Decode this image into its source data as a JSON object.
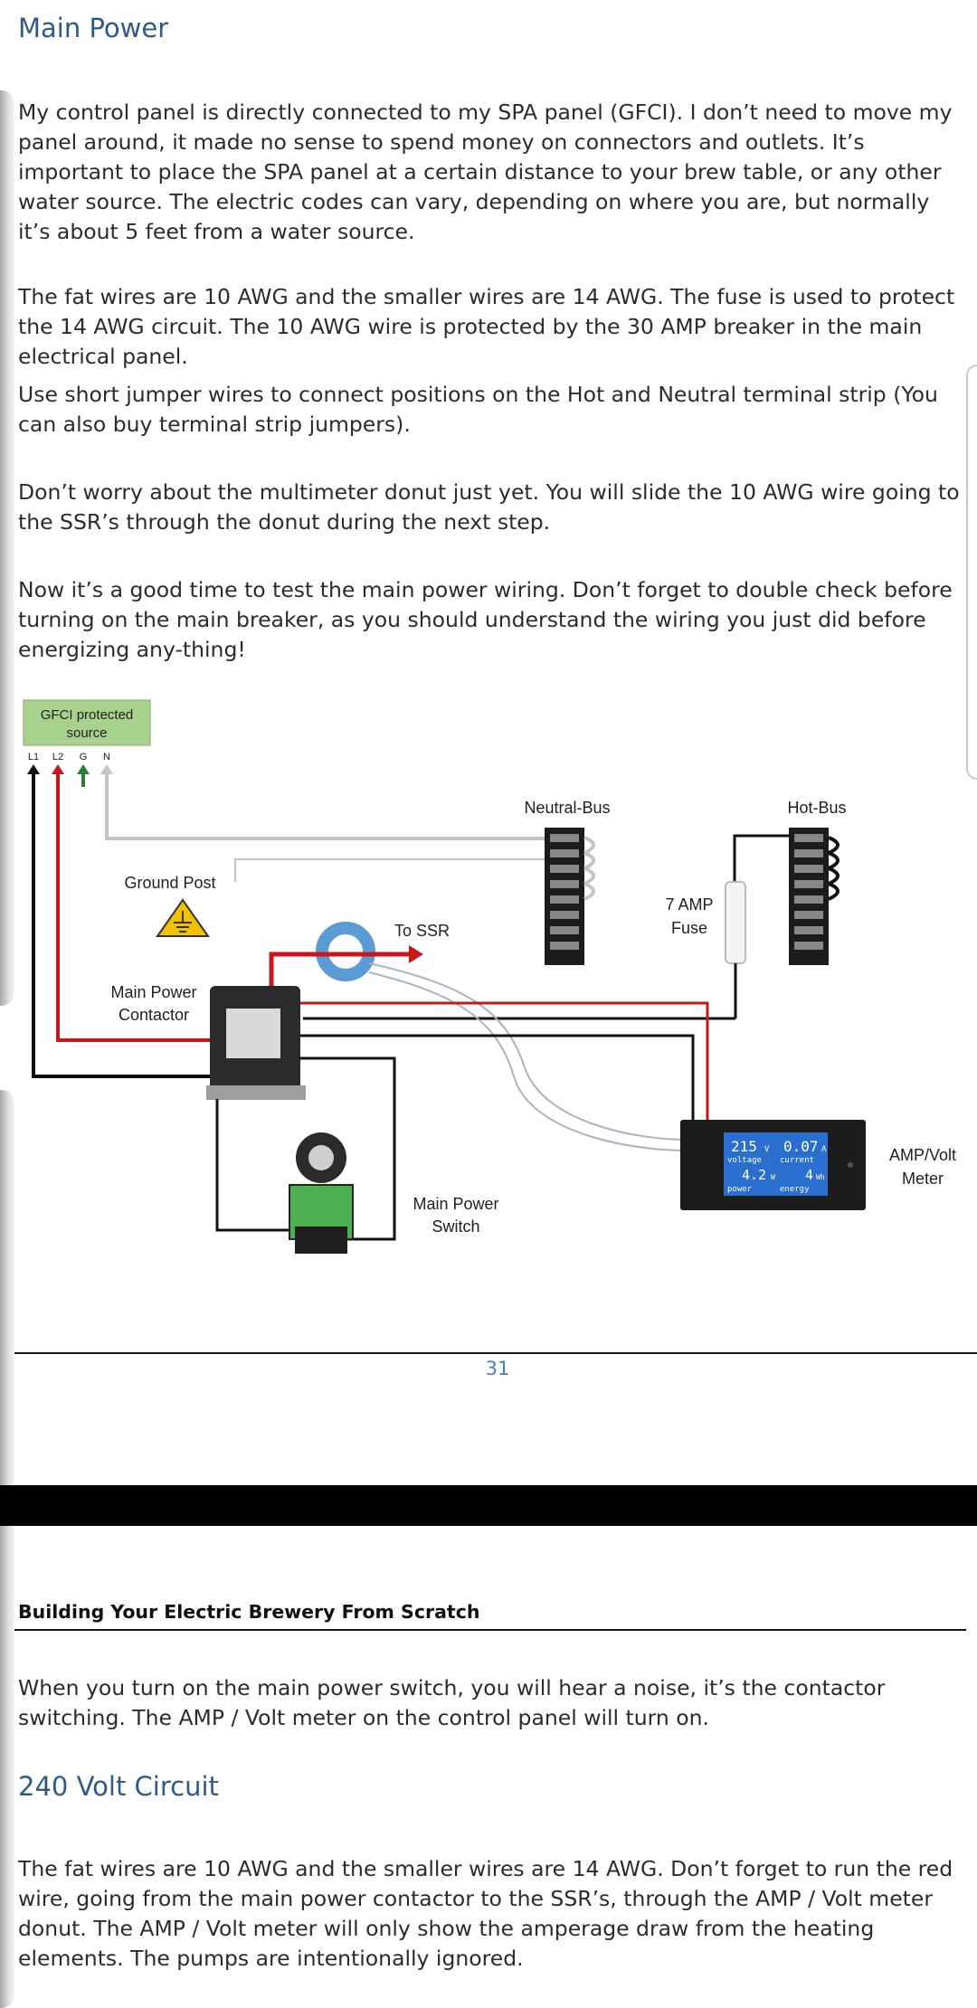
{
  "top": {
    "heading": "Main Power",
    "paragraphs": [
      "My control panel is directly connected to my SPA panel (GFCI). I don’t need to move my panel around, it made no sense to spend money on connectors and outlets. It’s important to place the SPA panel at a certain distance to your brew table, or any other water source. The electric codes can vary, depending on where you are, but normally it’s about 5 feet from a water source.",
      "The fat wires are 10 AWG and the smaller wires are 14 AWG. The fuse is used to protect the 14 AWG circuit. The 10 AWG wire is protected by the 30 AMP breaker in the main electrical panel.",
      "Use short jumper wires to connect positions on the Hot and Neutral terminal strip (You can also buy terminal strip jumpers).",
      "Don’t worry about the multimeter donut just yet. You will slide the 10 AWG wire going to the SSR’s through the donut during the next step.",
      "Now it’s a good time to test the main power wiring. Don’t forget to double check before turning on the main breaker, as you should understand the wiring you just did before energizing any-thing!"
    ]
  },
  "diagram": {
    "gfci_label_line1": "GFCI protected",
    "gfci_label_line2": "source",
    "terminals": [
      "L1",
      "L2",
      "G",
      "N"
    ],
    "neutral_bus": "Neutral-Bus",
    "hot_bus": "Hot-Bus",
    "ground_post": "Ground Post",
    "to_ssr": "To SSR",
    "fuse_line1": "7 AMP",
    "fuse_line2": "Fuse",
    "contactor_line1": "Main Power",
    "contactor_line2": "Contactor",
    "switch_line1": "Main Power",
    "switch_line2": "Switch",
    "meter_line1": "AMP/Volt",
    "meter_line2": "Meter",
    "meter_display": {
      "voltage": "215",
      "voltage_unit": "V",
      "current": "0.07",
      "current_unit": "A",
      "power": "4.2",
      "power_unit": "W",
      "energy": "4",
      "energy_unit": "Wh",
      "lbl_voltage": "voltage",
      "lbl_current": "current",
      "lbl_power": "power",
      "lbl_energy": "energy"
    },
    "colors": {
      "hot_red": "#c8161d",
      "ground_green": "#2e7d32",
      "neutral_gray": "#c4c4c4",
      "line_black": "#111111",
      "donut_blue": "#5b9bd5",
      "gfci_green": "#a9d18e"
    }
  },
  "footer": {
    "page_number": "31"
  },
  "bottom": {
    "running_head": "Building Your Electric Brewery From Scratch",
    "paragraph1": "When you turn on the main power switch, you will hear a noise, it’s the contactor switching. The AMP / Volt meter on the control panel will turn on.",
    "heading": "240 Volt Circuit",
    "paragraph2": "The fat wires are 10 AWG and the smaller wires are 14 AWG. Don’t forget to run the red wire, going from the main power contactor to the SSR’s, through the AMP / Volt meter donut. The AMP / Volt meter will only show the amperage draw from the heating elements. The pumps are intentionally ignored."
  }
}
